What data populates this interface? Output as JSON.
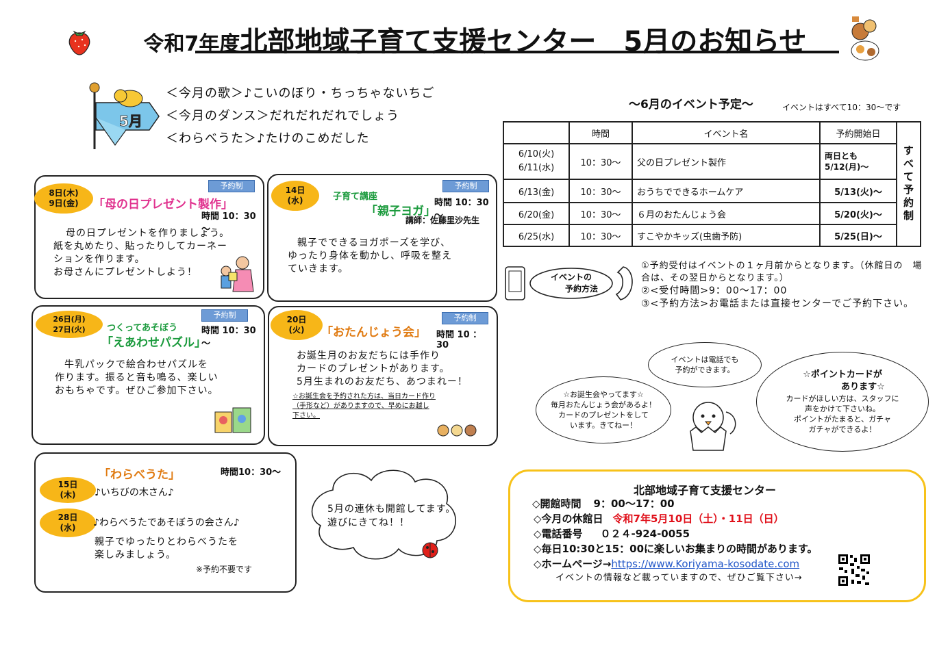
{
  "header": {
    "era": "令和7年度",
    "center": "北部地域子育て支援センター",
    "month_notice": "5月のお知らせ"
  },
  "songs": {
    "month_badge": "5月",
    "lines": [
      "＜今月の歌＞♪こいのぼり・ちっちゃないちご",
      "＜今月のダンス＞だれだれだれでしょう",
      "＜わらべうた＞♪たけのこめだした"
    ]
  },
  "events_may": [
    {
      "date1": "8日(木)",
      "date2": "9日(金)",
      "tag": "予約制",
      "sub": "",
      "title": "「母の日プレゼント製作」",
      "time": "時間 10：30～",
      "lecturer": "",
      "body": [
        "母の日プレゼントを作りましょう。",
        "紙を丸めたり、貼ったりしてカーネー",
        "ションを作ります。",
        "お母さんにプレゼントしよう！"
      ]
    },
    {
      "date1": "14日",
      "date2": "(水)",
      "tag": "予約制",
      "sub": "子育て講座",
      "title": "「親子ヨガ」",
      "time": "時間 10：30～",
      "lecturer": "講師：佐藤里沙先生",
      "body": [
        "親子でできるヨガポーズを学び、",
        "ゆったり身体を動かし、呼吸を整え",
        "ていきます。"
      ]
    },
    {
      "date1": "26日(月)",
      "date2": "27日(火)",
      "tag": "予約制",
      "sub": "つくってあそぼう",
      "title": "「えあわせパズル」",
      "time": "時間 10：30～",
      "lecturer": "",
      "body": [
        "牛乳パックで絵合わせパズルを",
        "作ります。振ると音も鳴る、楽しい",
        "おもちゃです。ぜひご参加下さい。"
      ]
    },
    {
      "date1": "20日",
      "date2": "(火)",
      "tag": "予約制",
      "sub": "",
      "title": "「おたんじょう会」",
      "time": "時間 10 ： 30",
      "lecturer": "",
      "body": [
        "お誕生月のお友だちには手作り",
        "カードのプレゼントがあります。",
        "5月生まれのお友だち、あつまれー！"
      ],
      "note": [
        "☆お誕生会を予約された方は、当日カード作り",
        "（手形など）がありますので、早めにお越し",
        "下さい。"
      ]
    }
  ],
  "warabeuta": {
    "title": "「わらべうた」",
    "time": "時間10：30～",
    "items": [
      {
        "d1": "15日",
        "d2": "(木)",
        "text": "♪いちびの木さん♪"
      },
      {
        "d1": "28日",
        "d2": "(水)",
        "text": "♪わらべうたであそぼうの会さん♪"
      }
    ],
    "body": [
      "親子でゆったりとわらべうたを",
      "楽しみましょう。"
    ],
    "note": "※予約不要です"
  },
  "cloud": {
    "lines": [
      "5月の連休も開館してます。",
      "遊びにきてね！！"
    ]
  },
  "june": {
    "title": "～6月のイベント予定～",
    "subtitle": "イベントはすべて10：30～です",
    "headers": [
      "",
      "時間",
      "イベント名",
      "予約開始日"
    ],
    "side_label": "すべて予約制",
    "rows": [
      {
        "date": "6/10(火)\n6/11(水)",
        "time": "10：30～",
        "name": "父の日プレゼント製作",
        "start": "両日とも\n5/12(月)～"
      },
      {
        "date": "6/13(金)",
        "time": "10：30～",
        "name": "おうちでできるホームケア",
        "start": "5/13(火)～"
      },
      {
        "date": "6/20(金)",
        "time": "10：30～",
        "name": "６月のおたんじょう会",
        "start": "5/20(火)～"
      },
      {
        "date": "6/25(水)",
        "time": "10：30～",
        "name": "すこやかキッズ(虫歯予防)",
        "start": "5/25(日)～"
      }
    ]
  },
  "reservation": {
    "badge1": "イベントの",
    "badge2": "予約方法",
    "lines": [
      "①予約受付はイベントの１ヶ月前からとなります。（休館日の　場合は、その翌日からとなります。）",
      "②<受付時間>9：00～17：00",
      "③<予約方法>お電話または直接センターでご予約下さい。"
    ]
  },
  "bubbles": {
    "phone": [
      "イベントは電話でも",
      "予約ができます。"
    ],
    "birthday": [
      "☆お誕生会やってます☆",
      "毎月おたんじょう会があるよ！",
      "カードのプレゼントをして",
      "います。きてねー！"
    ],
    "point_title1": "☆ポイントカードが",
    "point_title2": "あります☆",
    "point": [
      "カードがほしい方は、スタッフに",
      "声をかけて下さいね。",
      "ポイントがたまると、ガチャ",
      "ガチャができるよ！"
    ]
  },
  "info": {
    "name": "北部地域子育て支援センター",
    "hours_label": "◇開館時間",
    "hours": "9：00～17：00",
    "closed_label": "◇今月の休館日",
    "closed": "令和7年5月10日（土）・11日（日）",
    "phone_label": "◇電話番号",
    "phone": "０２４-924-0055",
    "daily": "◇毎日10:30と15：00に楽しいお集まりの時間があります。",
    "homepage_label": "◇ホームページ→",
    "homepage": "https://www.Koriyama-kosodate.com",
    "homepage_note": "イベントの情報など載っていますので、ぜひご覧下さい→"
  },
  "colors": {
    "accent_yellow": "#f7b618",
    "tag_blue": "#6d9bd6",
    "pink": "#e0318e",
    "green": "#1a9a3c",
    "orange": "#e07a10",
    "red": "#e0101a"
  }
}
